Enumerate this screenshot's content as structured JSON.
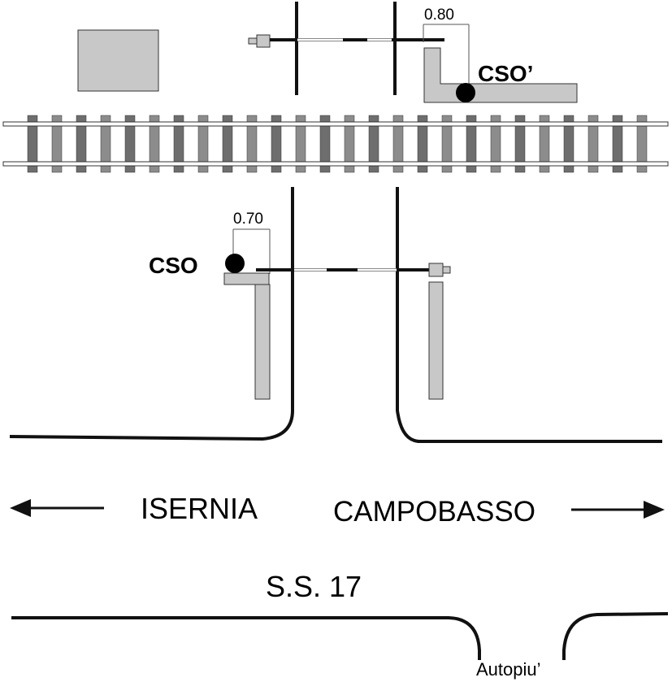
{
  "diagram": {
    "top_dimension": "0.80",
    "top_signal_label": "CSO’",
    "bottom_dimension": "0.70",
    "bottom_signal_label": "CSO",
    "left_direction": "ISERNIA",
    "right_direction": "CAMPOBASSO",
    "road_name": "S.S. 17",
    "side_road_label": "Autopiu’"
  },
  "colors": {
    "line": "#111111",
    "fill_gray": "#c8c8c8",
    "sleeper_dark": "#6e6e6e",
    "sleeper_light": "#8c8c8c"
  }
}
